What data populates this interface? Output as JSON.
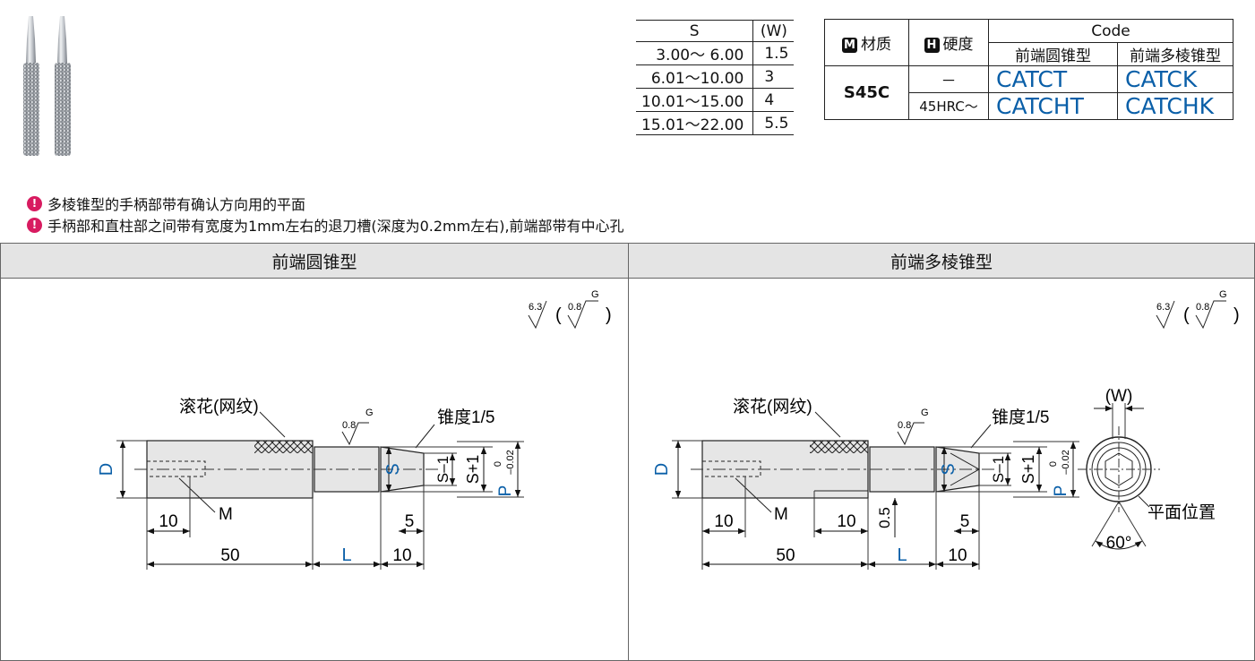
{
  "w_table": {
    "headers": [
      "S",
      "(W)"
    ],
    "rows": [
      [
        "3.00～ 6.00",
        "1.5"
      ],
      [
        "6.01～10.00",
        "3"
      ],
      [
        "10.01～15.00",
        "4"
      ],
      [
        "15.01～22.00",
        "5.5"
      ]
    ]
  },
  "code_table": {
    "material_badge": "M",
    "material_label": "材质",
    "hardness_badge": "H",
    "hardness_label": "硬度",
    "code_header": "Code",
    "sub_headers": [
      "前端圆锥型",
      "前端多棱锥型"
    ],
    "material": "S45C",
    "rows": [
      {
        "hardness": "－",
        "codes": [
          "CATCT",
          "CATCK"
        ]
      },
      {
        "hardness": "45HRC～",
        "codes": [
          "CATCHT",
          "CATCHK"
        ]
      }
    ]
  },
  "notes": [
    "多棱锥型的手柄部带有确认方向用的平面",
    "手柄部和直柱部之间带有宽度为1mm左右的退刀槽(深度为0.2mm左右),前端部带有中心孔"
  ],
  "sections": [
    {
      "title": "前端圆锥型"
    },
    {
      "title": "前端多棱锥型"
    }
  ],
  "drawing": {
    "surface_rough": "6.3",
    "surface_fine": "0.8",
    "grade": "G",
    "knurl_label": "滚花(网纹)",
    "taper_label": "锥度1/5",
    "dim_D": "D",
    "dim_M": "M",
    "dim_10": "10",
    "dim_50": "50",
    "dim_L": "L",
    "dim_5": "5",
    "dim_S": "S",
    "dim_S_minus": "S–1",
    "dim_S_plus": "S+1",
    "dim_P": "P",
    "tol_upper": "0",
    "tol_lower": "–0.02",
    "dim_05": "0.5",
    "dim_W": "(W)",
    "flat_label": "平面位置",
    "angle_label": "60°"
  },
  "colors": {
    "accent": "#0a5fa8",
    "note_icon": "#d81b60",
    "header_bg": "#e4e4e4"
  }
}
